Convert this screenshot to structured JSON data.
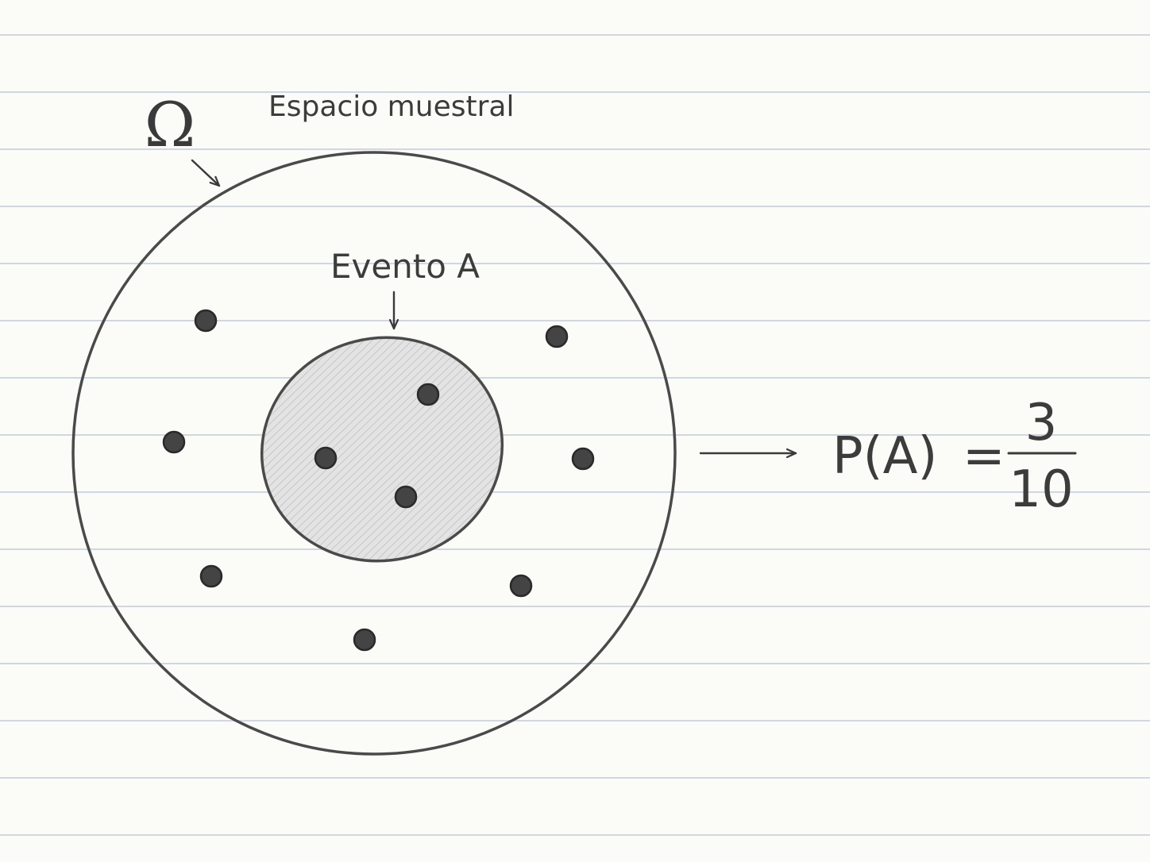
{
  "diagram": {
    "omega_symbol": "Ω",
    "sample_space_label": "Espacio muestral",
    "event_label": "Evento A",
    "formula": {
      "lhs": "P(A)",
      "equals": "=",
      "numerator": "3",
      "denominator": "10"
    },
    "points_total": 10,
    "points_in_event": 3
  },
  "colors": {
    "ink": "#3a3a3a",
    "event_fill": "#d9d9d9",
    "ruled_line": "#cfd6e6",
    "paper": "#fbfbf8"
  }
}
